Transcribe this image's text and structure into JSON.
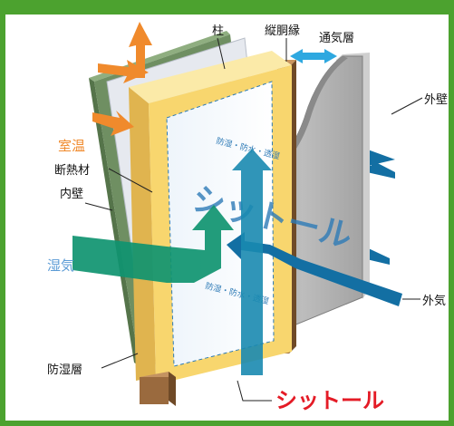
{
  "labels": {
    "pillar": "柱",
    "vertical_furring": "縦胴縁",
    "ventilation_layer": "通気層",
    "exterior_wall": "外壁",
    "room_temperature": "室温",
    "insulation": "断熱材",
    "interior_wall": "内壁",
    "humidity": "湿気",
    "exterior_air": "外気",
    "vapor_barrier": "防湿層",
    "product_name": "シットール"
  },
  "sheet_print": {
    "logo_text": "シットール",
    "small_text_top": "防湿・防水・透湿",
    "small_text_bottom": "防湿・防水・透湿"
  },
  "colors": {
    "frame_green": "#4ca22f",
    "room_orange": "#f08a2c",
    "humidity_green": "#0f9470",
    "air_blue": "#136fa3",
    "vent_cyan": "#2ea8e0",
    "product_red": "#e41b26",
    "insulation_yellow": "#f8d66e",
    "interior_wall_green": "#6f8f62",
    "furring_brown": "#9a6a3e",
    "exterior_wall_gray": "#a8a8a8"
  }
}
